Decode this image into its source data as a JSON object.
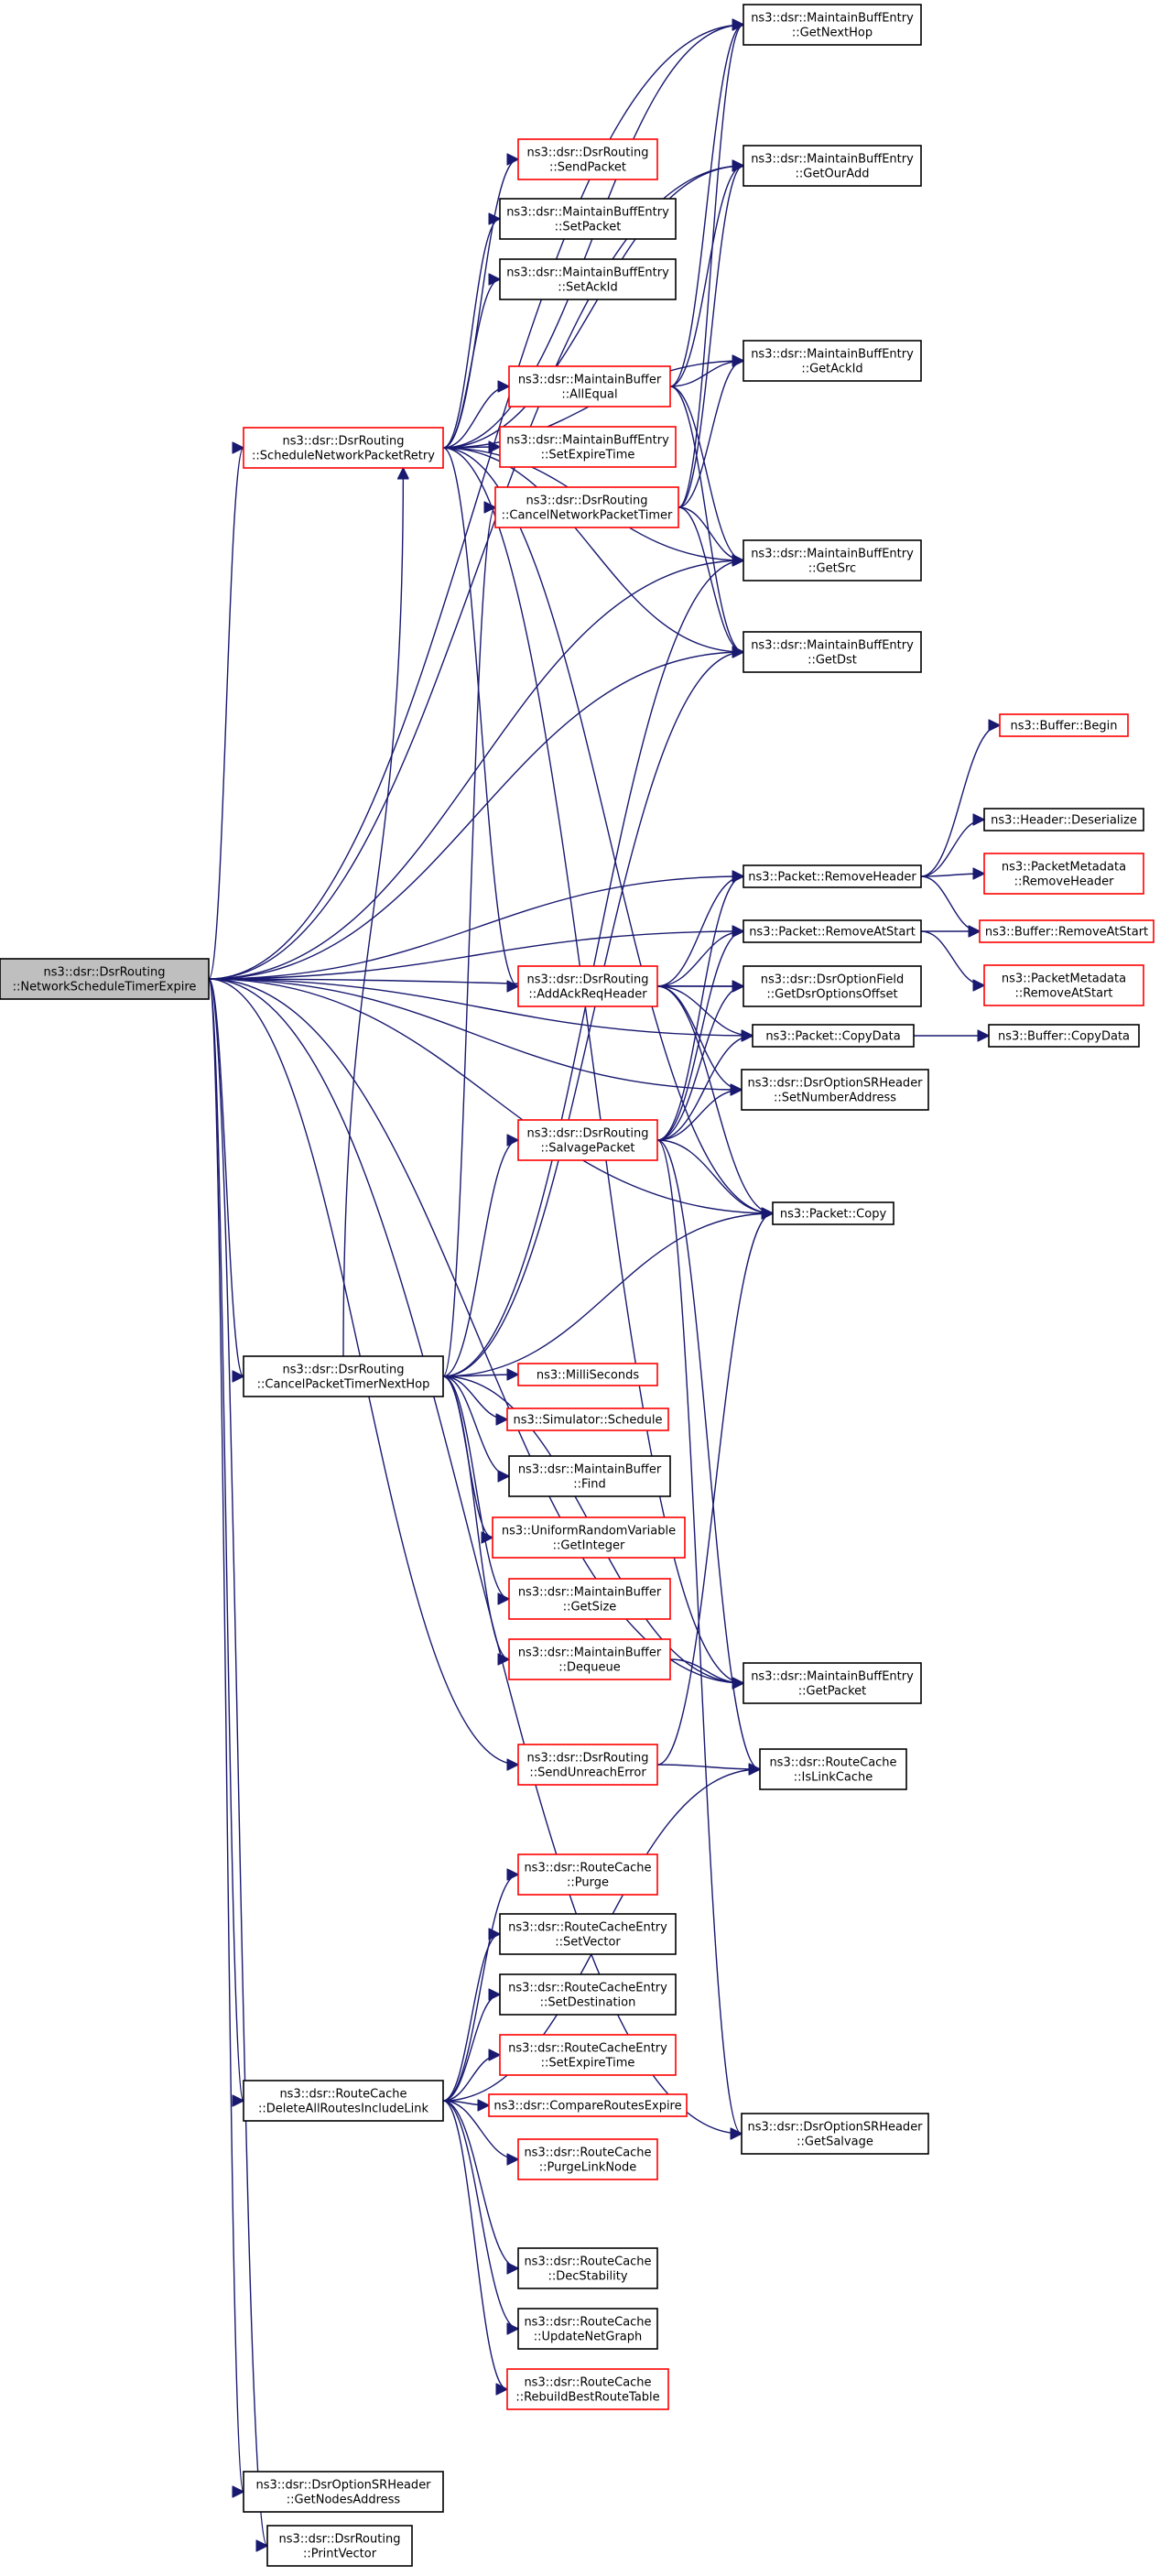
{
  "colors": {
    "edge": "#191970",
    "node_border_normal": "#000000",
    "node_border_highlight": "#ff0000",
    "root_fill": "#bfbfbf",
    "node_fill": "#ffffff"
  },
  "nodes": [
    {
      "id": "root",
      "lines": [
        "ns3::dsr::DsrRouting",
        "::NetworkScheduleTimerExpire"
      ],
      "style": "root"
    },
    {
      "id": "snpr",
      "lines": [
        "ns3::dsr::DsrRouting",
        "::ScheduleNetworkPacketRetry"
      ],
      "style": "red"
    },
    {
      "id": "cptnh",
      "lines": [
        "ns3::dsr::DsrRouting",
        "::CancelPacketTimerNextHop"
      ],
      "style": "black"
    },
    {
      "id": "darl",
      "lines": [
        "ns3::dsr::RouteCache",
        "::DeleteAllRoutesIncludeLink"
      ],
      "style": "black"
    },
    {
      "id": "gna",
      "lines": [
        "ns3::dsr::DsrOptionSRHeader",
        "::GetNodesAddress"
      ],
      "style": "black"
    },
    {
      "id": "pv",
      "lines": [
        "ns3::dsr::DsrRouting",
        "::PrintVector"
      ],
      "style": "black"
    },
    {
      "id": "sendp",
      "lines": [
        "ns3::dsr::DsrRouting",
        "::SendPacket"
      ],
      "style": "red"
    },
    {
      "id": "setpkt",
      "lines": [
        "ns3::dsr::MaintainBuffEntry",
        "::SetPacket"
      ],
      "style": "black"
    },
    {
      "id": "setack",
      "lines": [
        "ns3::dsr::MaintainBuffEntry",
        "::SetAckId"
      ],
      "style": "black"
    },
    {
      "id": "allequal",
      "lines": [
        "ns3::dsr::MaintainBuffer",
        "::AllEqual"
      ],
      "style": "red"
    },
    {
      "id": "setexp",
      "lines": [
        "ns3::dsr::MaintainBuffEntry",
        "::SetExpireTime"
      ],
      "style": "red"
    },
    {
      "id": "cnpt",
      "lines": [
        "ns3::dsr::DsrRouting",
        "::CancelNetworkPacketTimer"
      ],
      "style": "red"
    },
    {
      "id": "aarh",
      "lines": [
        "ns3::dsr::DsrRouting",
        "::AddAckReqHeader"
      ],
      "style": "red"
    },
    {
      "id": "salvage",
      "lines": [
        "ns3::dsr::DsrRouting",
        "::SalvagePacket"
      ],
      "style": "red"
    },
    {
      "id": "ms",
      "lines": [
        "ns3::MilliSeconds"
      ],
      "style": "red"
    },
    {
      "id": "sched",
      "lines": [
        "ns3::Simulator::Schedule"
      ],
      "style": "red"
    },
    {
      "id": "find",
      "lines": [
        "ns3::dsr::MaintainBuffer",
        "::Find"
      ],
      "style": "black"
    },
    {
      "id": "urv",
      "lines": [
        "ns3::UniformRandomVariable",
        "::GetInteger"
      ],
      "style": "red"
    },
    {
      "id": "getsize",
      "lines": [
        "ns3::dsr::MaintainBuffer",
        "::GetSize"
      ],
      "style": "red"
    },
    {
      "id": "dequeue",
      "lines": [
        "ns3::dsr::MaintainBuffer",
        "::Dequeue"
      ],
      "style": "red"
    },
    {
      "id": "sue",
      "lines": [
        "ns3::dsr::DsrRouting",
        "::SendUnreachError"
      ],
      "style": "red"
    },
    {
      "id": "purge",
      "lines": [
        "ns3::dsr::RouteCache",
        "::Purge"
      ],
      "style": "red"
    },
    {
      "id": "setvec",
      "lines": [
        "ns3::dsr::RouteCacheEntry",
        "::SetVector"
      ],
      "style": "black"
    },
    {
      "id": "setdest",
      "lines": [
        "ns3::dsr::RouteCacheEntry",
        "::SetDestination"
      ],
      "style": "black"
    },
    {
      "id": "rcset",
      "lines": [
        "ns3::dsr::RouteCacheEntry",
        "::SetExpireTime"
      ],
      "style": "red"
    },
    {
      "id": "cre",
      "lines": [
        "ns3::dsr::CompareRoutesExpire"
      ],
      "style": "red"
    },
    {
      "id": "pln",
      "lines": [
        "ns3::dsr::RouteCache",
        "::PurgeLinkNode"
      ],
      "style": "red"
    },
    {
      "id": "decstab",
      "lines": [
        "ns3::dsr::RouteCache",
        "::DecStability"
      ],
      "style": "black"
    },
    {
      "id": "ung",
      "lines": [
        "ns3::dsr::RouteCache",
        "::UpdateNetGraph"
      ],
      "style": "black"
    },
    {
      "id": "rbrt",
      "lines": [
        "ns3::dsr::RouteCache",
        "::RebuildBestRouteTable"
      ],
      "style": "red"
    },
    {
      "id": "gnh",
      "lines": [
        "ns3::dsr::MaintainBuffEntry",
        "::GetNextHop"
      ],
      "style": "black"
    },
    {
      "id": "goa",
      "lines": [
        "ns3::dsr::MaintainBuffEntry",
        "::GetOurAdd"
      ],
      "style": "black"
    },
    {
      "id": "gack",
      "lines": [
        "ns3::dsr::MaintainBuffEntry",
        "::GetAckId"
      ],
      "style": "black"
    },
    {
      "id": "gsrc",
      "lines": [
        "ns3::dsr::MaintainBuffEntry",
        "::GetSrc"
      ],
      "style": "black"
    },
    {
      "id": "gdst",
      "lines": [
        "ns3::dsr::MaintainBuffEntry",
        "::GetDst"
      ],
      "style": "black"
    },
    {
      "id": "rh",
      "lines": [
        "ns3::Packet::RemoveHeader"
      ],
      "style": "black"
    },
    {
      "id": "ras",
      "lines": [
        "ns3::Packet::RemoveAtStart"
      ],
      "style": "black"
    },
    {
      "id": "gdoo",
      "lines": [
        "ns3::dsr::DsrOptionField",
        "::GetDsrOptionsOffset"
      ],
      "style": "black"
    },
    {
      "id": "cd",
      "lines": [
        "ns3::Packet::CopyData"
      ],
      "style": "black"
    },
    {
      "id": "sna",
      "lines": [
        "ns3::dsr::DsrOptionSRHeader",
        "::SetNumberAddress"
      ],
      "style": "black"
    },
    {
      "id": "pcopy",
      "lines": [
        "ns3::Packet::Copy"
      ],
      "style": "black"
    },
    {
      "id": "gpkt",
      "lines": [
        "ns3::dsr::MaintainBuffEntry",
        "::GetPacket"
      ],
      "style": "black"
    },
    {
      "id": "ilc",
      "lines": [
        "ns3::dsr::RouteCache",
        "::IsLinkCache"
      ],
      "style": "black"
    },
    {
      "id": "gsalv",
      "lines": [
        "ns3::dsr::DsrOptionSRHeader",
        "::GetSalvage"
      ],
      "style": "black"
    },
    {
      "id": "bbegin",
      "lines": [
        "ns3::Buffer::Begin"
      ],
      "style": "red"
    },
    {
      "id": "hdes",
      "lines": [
        "ns3::Header::Deserialize"
      ],
      "style": "black"
    },
    {
      "id": "pmrh",
      "lines": [
        "ns3::PacketMetadata",
        "::RemoveHeader"
      ],
      "style": "red"
    },
    {
      "id": "bras",
      "lines": [
        "ns3::Buffer::RemoveAtStart"
      ],
      "style": "red"
    },
    {
      "id": "pmras",
      "lines": [
        "ns3::PacketMetadata",
        "::RemoveAtStart"
      ],
      "style": "red"
    },
    {
      "id": "bcd",
      "lines": [
        "ns3::Buffer::CopyData"
      ],
      "style": "black"
    }
  ]
}
